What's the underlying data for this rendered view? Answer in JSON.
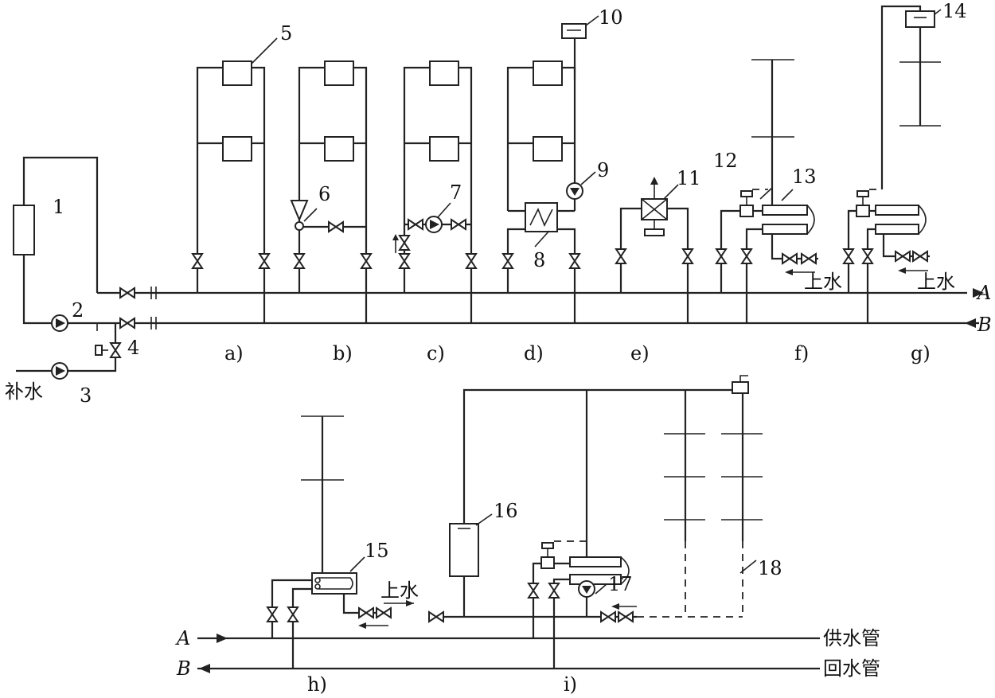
{
  "labels": {
    "n1": "1",
    "n2": "2",
    "n3": "3",
    "n4": "4",
    "n5": "5",
    "n6": "6",
    "n7": "7",
    "n8": "8",
    "n9": "9",
    "n10": "10",
    "n11": "11",
    "n12": "12",
    "n13": "13",
    "n14": "14",
    "n15": "15",
    "n16": "16",
    "n17": "17",
    "n18": "18"
  },
  "sub": {
    "a": "a)",
    "b": "b)",
    "c": "c)",
    "d": "d)",
    "e": "e)",
    "f": "f)",
    "g": "g)",
    "h": "h)",
    "i": "i)"
  },
  "text": {
    "makeup": "补水",
    "inlet": "上水",
    "supply": "供水管",
    "return": "回水管",
    "A": "A",
    "B": "B"
  }
}
